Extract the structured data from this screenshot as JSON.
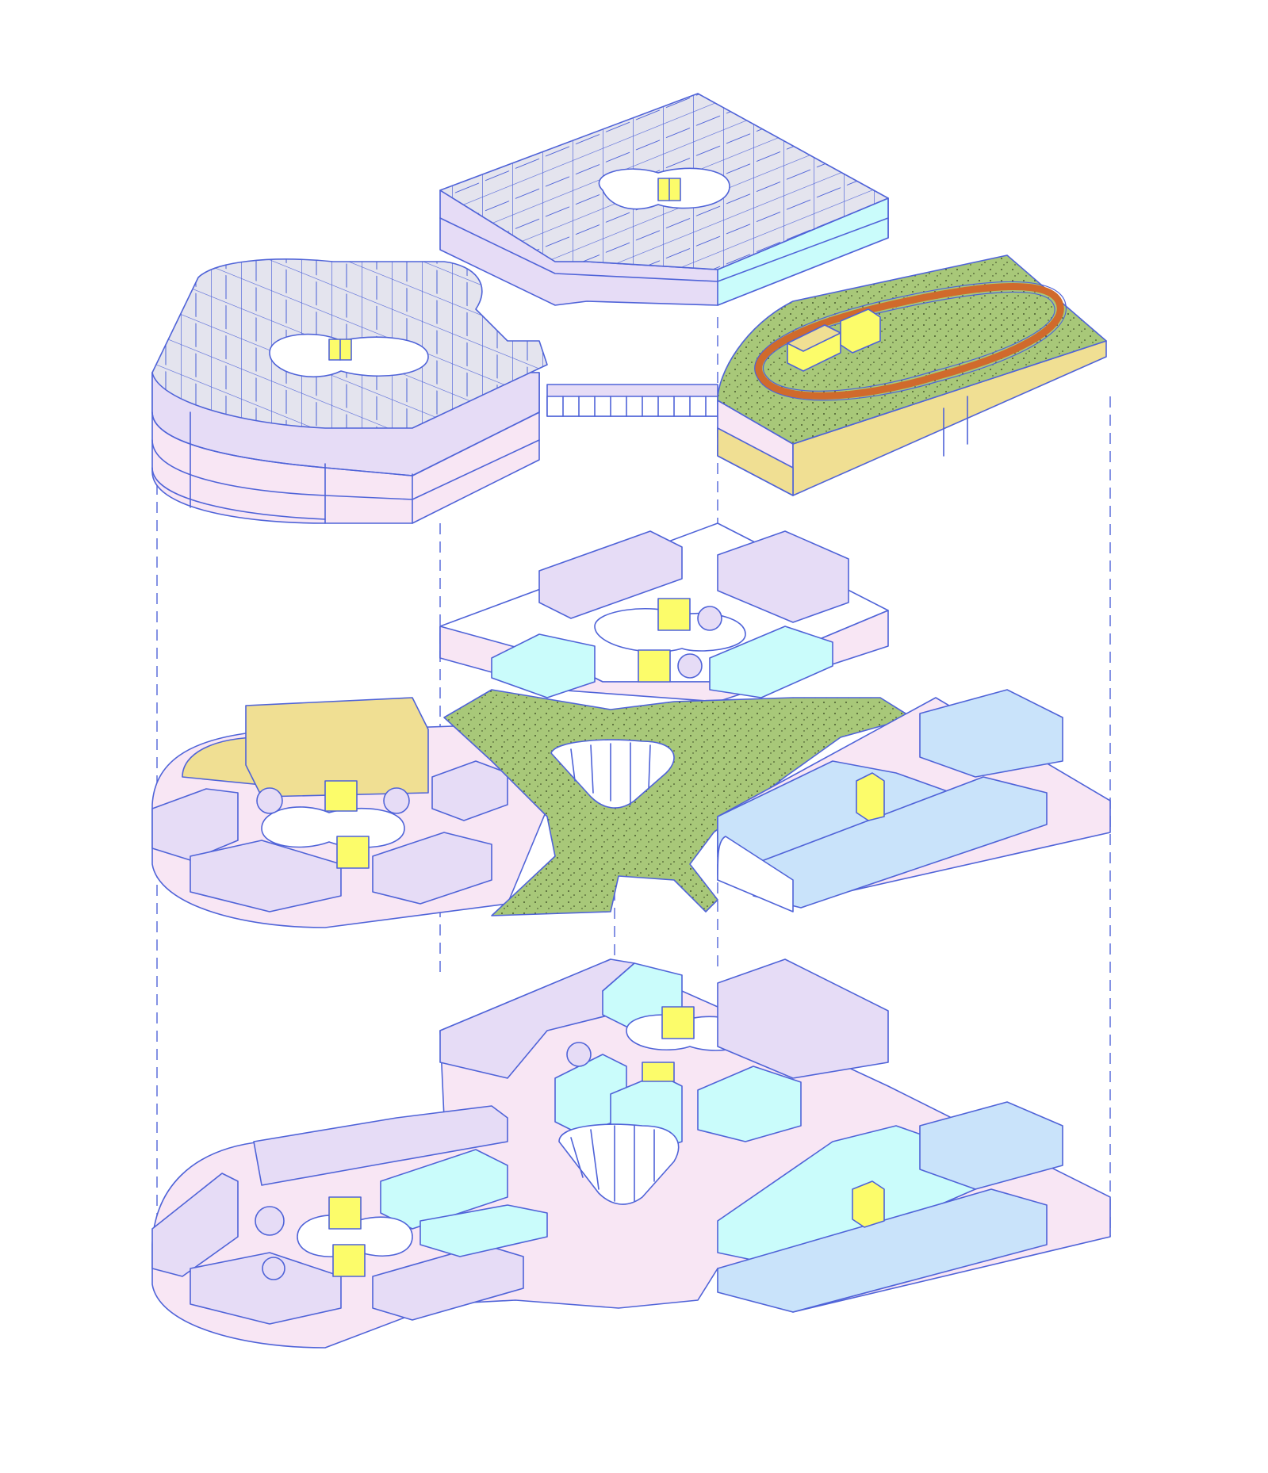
{
  "colors": {
    "line": "#4f63d8",
    "background": "#ffffff",
    "lavender": "#e6dcf6",
    "pink": "#f8e6f4",
    "cyan": "#cafcfb",
    "light_blue": "#c9e3fa",
    "sand_yellow": "#f0df93",
    "bright_yellow": "#fcfc6a",
    "green": "#a8c879",
    "roof_grey": "#e4e4ee",
    "track_orange": "#d06a2c"
  },
  "layers": [
    {
      "id": "upper-building-roof"
    },
    {
      "id": "left-building-roof"
    },
    {
      "id": "sports-roof-with-running-track"
    },
    {
      "id": "upper-floor-plate"
    },
    {
      "id": "middle-level-with-green-plaza"
    },
    {
      "id": "ground-level"
    }
  ]
}
